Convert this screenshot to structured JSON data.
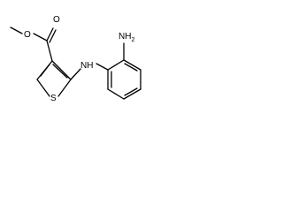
{
  "molecule": {
    "atoms": {
      "o_methoxy": "O",
      "o_carbonyl": "O",
      "s_thiophene": "S",
      "nh_amine": "NH",
      "nh2_label": "NH",
      "nh2_sub": "2"
    }
  }
}
